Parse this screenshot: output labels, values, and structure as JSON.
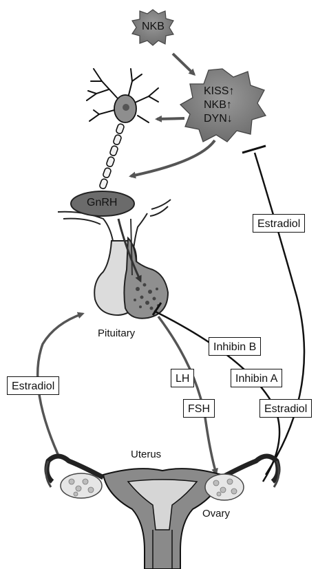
{
  "labels": {
    "nkb_top": "NKB",
    "kiss": "KISS↑",
    "nkb_up": "NKB↑",
    "dyn": "DYN↓",
    "gnrh": "GnRH",
    "pituitary": "Pituitary",
    "uterus": "Uterus",
    "ovary": "Ovary"
  },
  "boxes": {
    "estradiol_right": "Estradiol",
    "inhibin_b": "Inhibin B",
    "inhibin_a": "Inhibin A",
    "estradiol_lower_right": "Estradiol",
    "lh": "LH",
    "fsh": "FSH",
    "estradiol_left": "Estradiol"
  },
  "colors": {
    "neuron_fill": "#7a7a7a",
    "gnrh_fill": "#6b6b6b",
    "pituitary_light": "#dcdcdc",
    "pituitary_dark": "#8f8f8f",
    "line": "#555555",
    "uterus_fill": "#8a8a8a"
  }
}
